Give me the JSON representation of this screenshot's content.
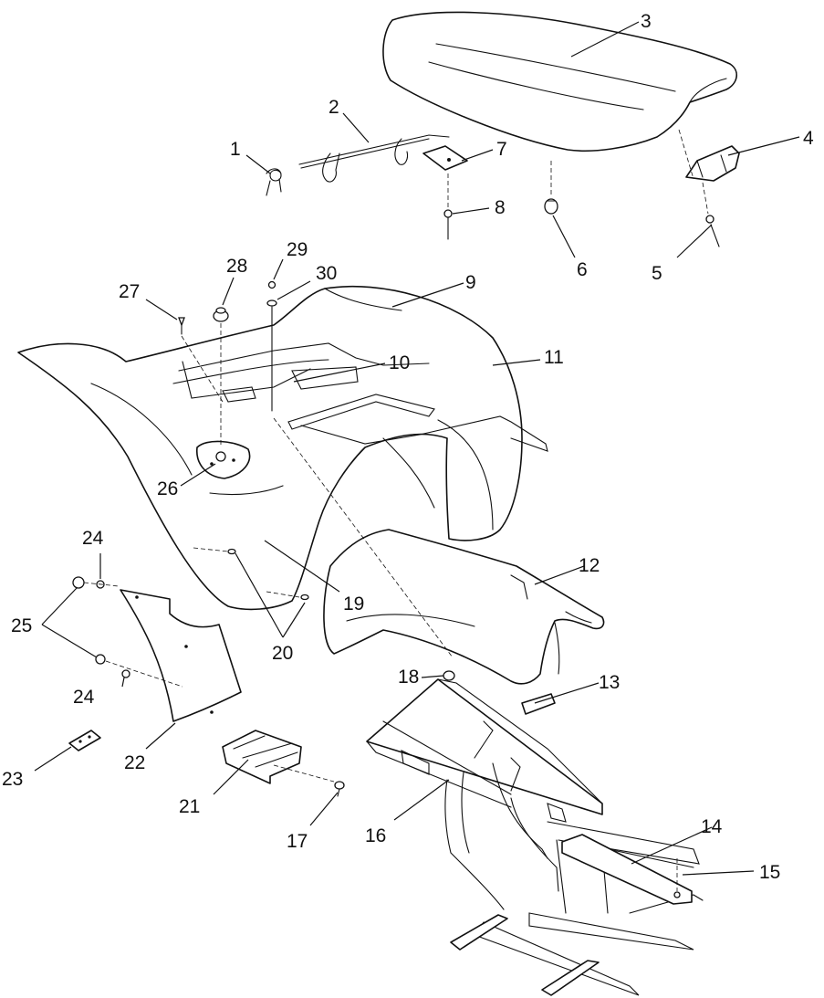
{
  "callouts": [
    {
      "id": "1",
      "label": "1"
    },
    {
      "id": "2",
      "label": "2"
    },
    {
      "id": "3",
      "label": "3"
    },
    {
      "id": "4",
      "label": "4"
    },
    {
      "id": "5",
      "label": "5"
    },
    {
      "id": "6",
      "label": "6"
    },
    {
      "id": "7",
      "label": "7"
    },
    {
      "id": "8",
      "label": "8"
    },
    {
      "id": "9",
      "label": "9"
    },
    {
      "id": "10",
      "label": "10"
    },
    {
      "id": "11",
      "label": "11"
    },
    {
      "id": "12",
      "label": "12"
    },
    {
      "id": "13",
      "label": "13"
    },
    {
      "id": "14",
      "label": "14"
    },
    {
      "id": "15",
      "label": "15"
    },
    {
      "id": "16",
      "label": "16"
    },
    {
      "id": "17",
      "label": "17"
    },
    {
      "id": "18",
      "label": "18"
    },
    {
      "id": "19",
      "label": "19"
    },
    {
      "id": "20",
      "label": "20"
    },
    {
      "id": "21",
      "label": "21"
    },
    {
      "id": "22",
      "label": "22"
    },
    {
      "id": "23",
      "label": "23"
    },
    {
      "id": "24a",
      "label": "24"
    },
    {
      "id": "24b",
      "label": "24"
    },
    {
      "id": "25",
      "label": "25"
    },
    {
      "id": "26",
      "label": "26"
    },
    {
      "id": "27",
      "label": "27"
    },
    {
      "id": "28",
      "label": "28"
    },
    {
      "id": "29",
      "label": "29"
    },
    {
      "id": "30",
      "label": "30"
    }
  ]
}
